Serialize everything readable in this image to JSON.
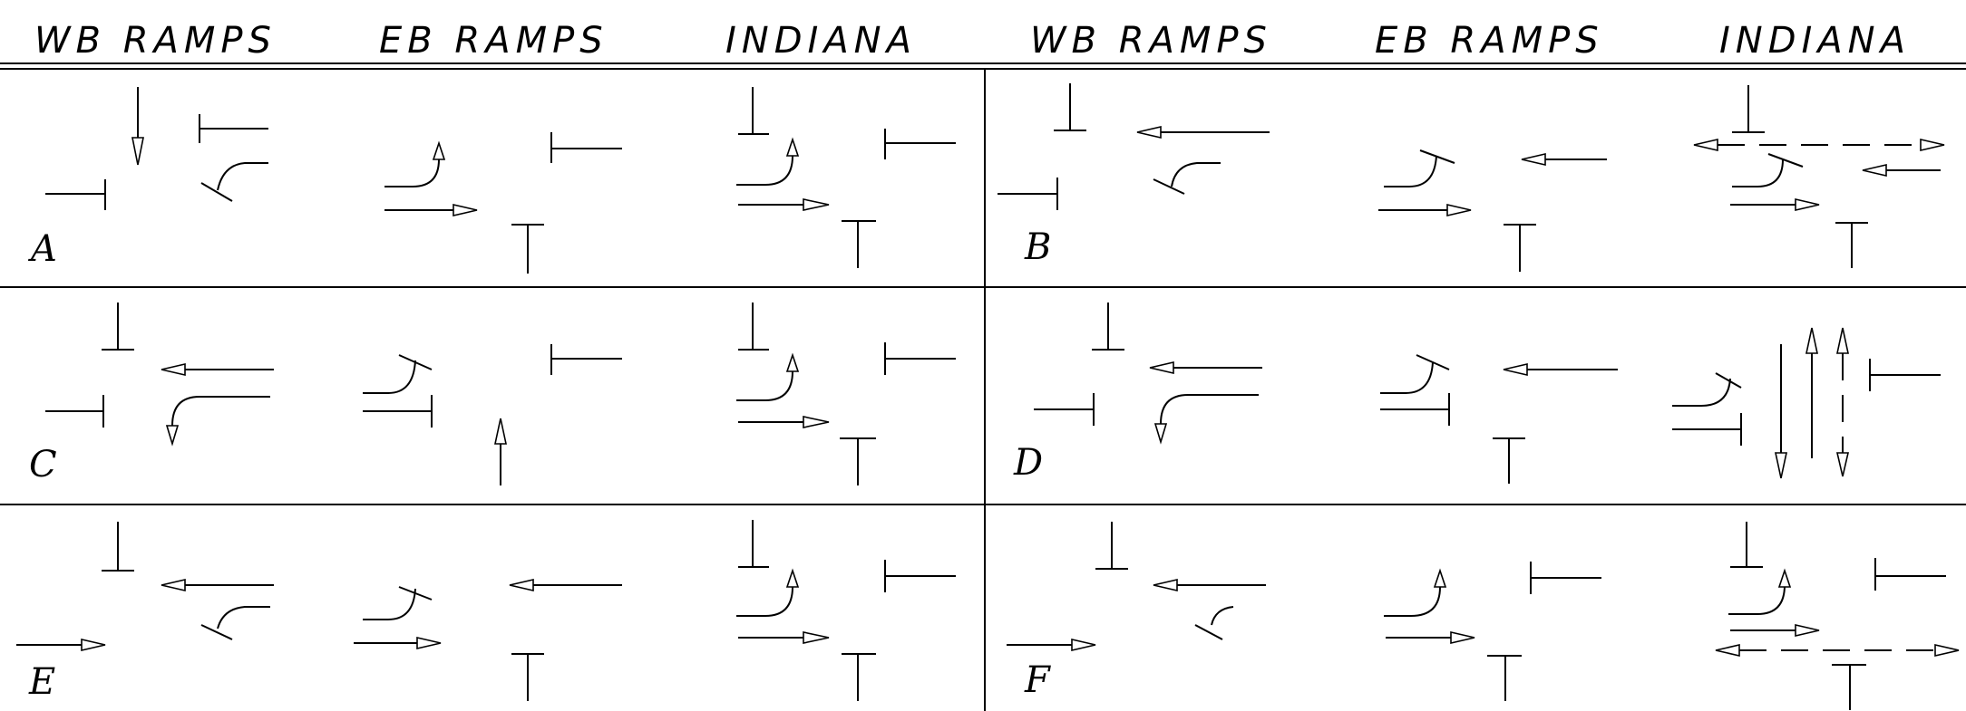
{
  "headers": [
    "WB RAMPS",
    "EB RAMPS",
    "INDIANA",
    "WB RAMPS",
    "EB RAMPS",
    "INDIANA"
  ],
  "phase_labels": [
    "A",
    "B",
    "C",
    "D",
    "E",
    "F"
  ]
}
